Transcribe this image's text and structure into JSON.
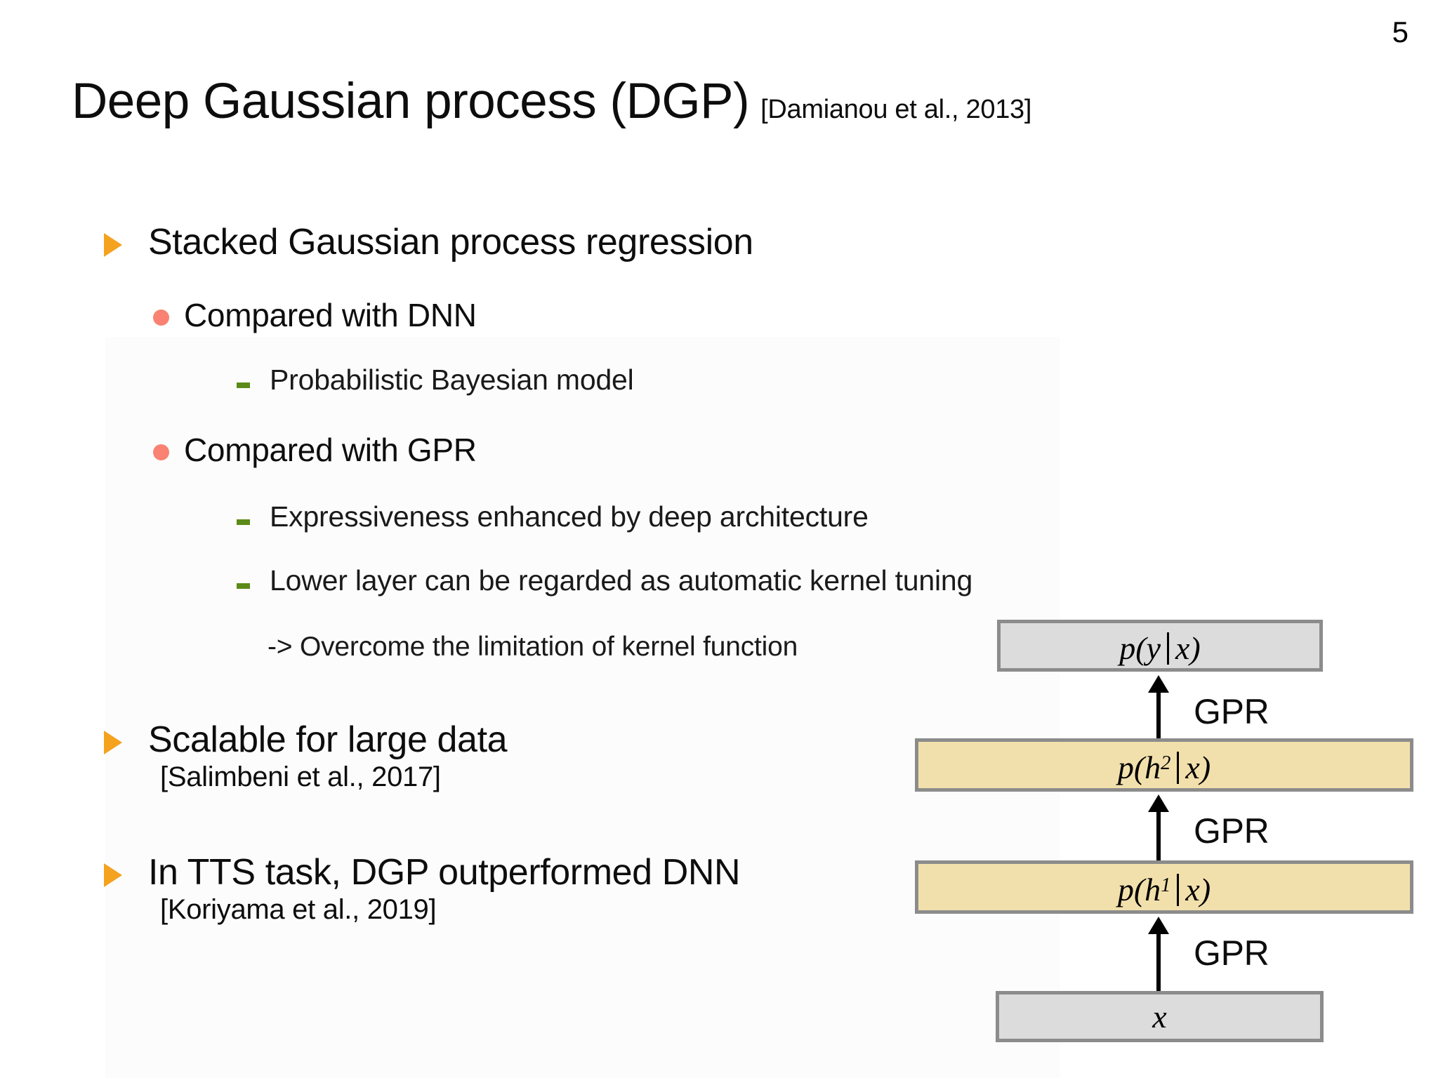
{
  "slide": {
    "page_number": "5",
    "title": "Deep Gaussian process (DGP)",
    "title_citation": "[Damianou et al., 2013]"
  },
  "colors": {
    "triangle_bullet": "#F5A21F",
    "dot_bullet": "#F98272",
    "dash_bullet": "#5C8A18",
    "box_gray_fill": "#DCDCDC",
    "box_yellow_fill": "#F2E0AC",
    "box_border": "#8C8C8C",
    "text": "#0d0d0d"
  },
  "bullets": {
    "b1_main": "Stacked Gaussian process regression",
    "b1_sub1": "Compared with DNN",
    "b1_sub1_detail1": "Probabilistic Bayesian model",
    "b1_sub2": "Compared with GPR",
    "b1_sub2_detail1": "Expressiveness enhanced by deep architecture",
    "b1_sub2_detail2": "Lower layer can be regarded as automatic kernel tuning",
    "b1_sub2_note": "-> Overcome the limitation of kernel function",
    "b2_main": "Scalable for large data",
    "b2_citation": "[Salimbeni et al., 2017]",
    "b3_main": "In TTS task, DGP outperformed DNN",
    "b3_citation": "[Koriyama et al., 2019]"
  },
  "diagram": {
    "box_output_p": "p",
    "box_output_open": "(",
    "box_output_var": "y",
    "box_output_cond": "x",
    "box_output_close": ")",
    "box_h2_p": "p",
    "box_h2_open": "(",
    "box_h2_var": "h",
    "box_h2_sup": "2",
    "box_h2_cond": "x",
    "box_h2_close": ")",
    "box_h1_p": "p",
    "box_h1_open": "(",
    "box_h1_var": "h",
    "box_h1_sup": "1",
    "box_h1_cond": "x",
    "box_h1_close": ")",
    "box_input": "x",
    "edge_label_top": "GPR",
    "edge_label_mid": "GPR",
    "edge_label_bottom": "GPR"
  }
}
